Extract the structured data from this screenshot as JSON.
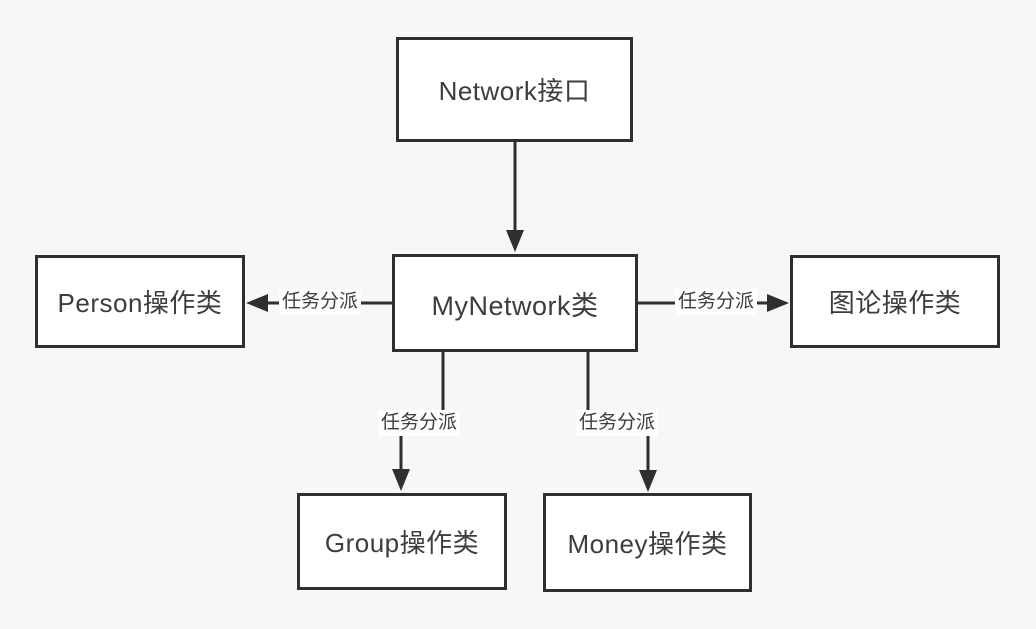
{
  "diagram": {
    "title": "MyNetwork class task-dispatch diagram",
    "colors": {
      "background": "#f7f7f7",
      "node_fill": "#ffffff",
      "stroke": "#2f2f2f",
      "text": "#3d3d3d",
      "label_background": "#fdfdfd"
    },
    "nodes": {
      "network_interface": {
        "label": "Network接口"
      },
      "mynetwork": {
        "label": "MyNetwork类"
      },
      "person": {
        "label": "Person操作类"
      },
      "graph_theory": {
        "label": "图论操作类"
      },
      "group": {
        "label": "Group操作类"
      },
      "money": {
        "label": "Money操作类"
      }
    },
    "edges": {
      "interface_to_mynetwork": {
        "from": "network_interface",
        "to": "mynetwork",
        "label": ""
      },
      "mynetwork_to_person": {
        "from": "mynetwork",
        "to": "person",
        "label": "任务分派"
      },
      "mynetwork_to_graph": {
        "from": "mynetwork",
        "to": "graph_theory",
        "label": "任务分派"
      },
      "mynetwork_to_group": {
        "from": "mynetwork",
        "to": "group",
        "label": "任务分派"
      },
      "mynetwork_to_money": {
        "from": "mynetwork",
        "to": "money",
        "label": "任务分派"
      }
    }
  }
}
